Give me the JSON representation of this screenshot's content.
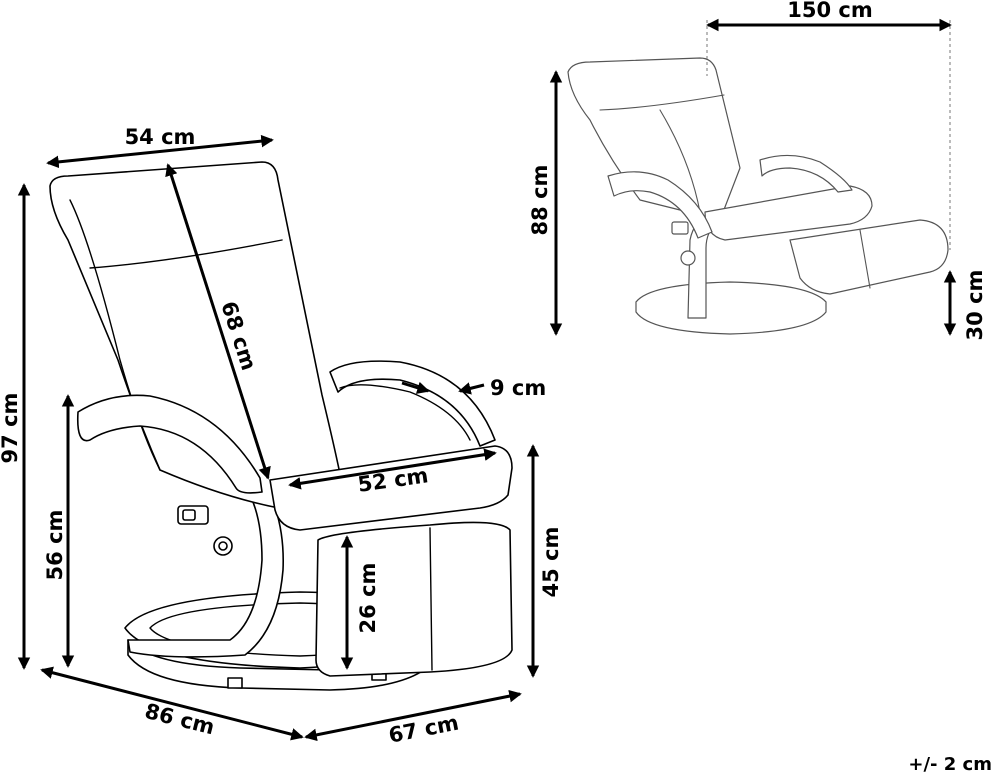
{
  "dimensions": {
    "height_total": "97 cm",
    "seat_width_top": "54 cm",
    "back_height": "68 cm",
    "arm_height": "56 cm",
    "armrest_width": "9 cm",
    "seat_depth": "52 cm",
    "footrest_height": "26 cm",
    "seat_height": "45 cm",
    "depth": "86 cm",
    "width": "67 cm",
    "reclined_length": "150 cm",
    "reclined_height": "88 cm",
    "footrest_raised_height": "30 cm"
  },
  "tolerance": "+/- 2 cm"
}
